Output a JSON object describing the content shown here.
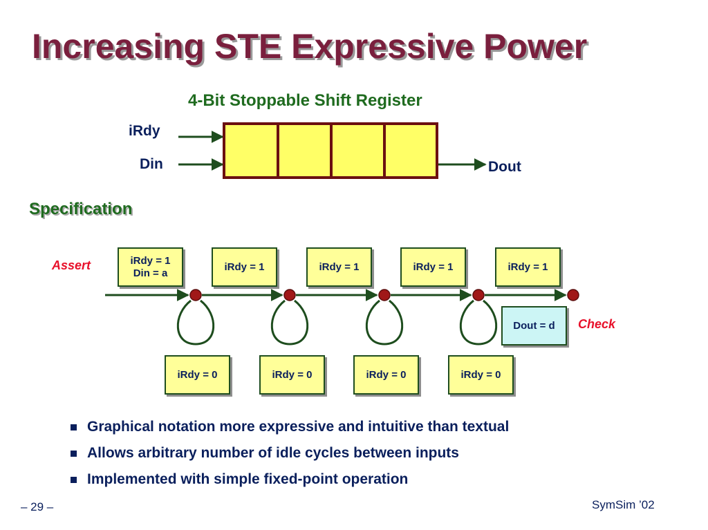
{
  "title": "Increasing STE Expressive Power",
  "subtitle": "4-Bit Stoppable Shift Register",
  "register": {
    "inputs": [
      "iRdy",
      "Din"
    ],
    "output": "Dout",
    "cells": 4
  },
  "specification": {
    "heading": "Specification",
    "assert_label": "Assert",
    "check_label": "Check",
    "top_boxes": [
      {
        "lines": [
          "iRdy = 1",
          "Din = a"
        ]
      },
      {
        "lines": [
          "iRdy = 1"
        ]
      },
      {
        "lines": [
          "iRdy = 1"
        ]
      },
      {
        "lines": [
          "iRdy = 1"
        ]
      },
      {
        "lines": [
          "iRdy = 1"
        ]
      }
    ],
    "bottom_boxes": [
      "iRdy = 0",
      "iRdy = 0",
      "iRdy = 0",
      "iRdy = 0"
    ],
    "check_box": "Dout = d"
  },
  "bullets": [
    "Graphical notation more expressive and intuitive than textual",
    "Allows arbitrary number of idle cycles between inputs",
    "Implemented with simple fixed-point operation"
  ],
  "footer": {
    "page": "– 29 –",
    "conference": "SymSim ’02"
  },
  "colors": {
    "title": "#7a1f3d",
    "green": "#1f6b1f",
    "navy": "#0a1f5c",
    "assert_check": "#e8102a",
    "register_fill": "#ffff66",
    "register_border": "#6b1010",
    "state_node": "#a01818",
    "box_fill": "#ffff99",
    "check_fill": "#ccf5f5"
  }
}
